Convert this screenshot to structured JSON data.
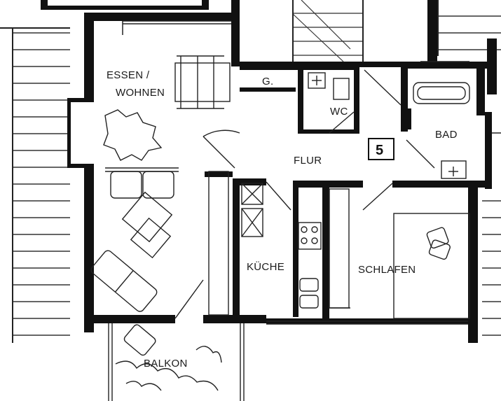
{
  "rooms": {
    "essen": "ESSEN /",
    "wohnen": "WOHNEN",
    "garderobe": "G.",
    "wc": "WC",
    "bad": "BAD",
    "flur": "FLUR",
    "kueche": "KÜCHE",
    "schlafen": "SCHLAFEN",
    "balkon": "BALKON"
  },
  "unit_number": "5",
  "colors": {
    "wall": "#111111",
    "line": "#222222",
    "floor": "#ffffff"
  }
}
